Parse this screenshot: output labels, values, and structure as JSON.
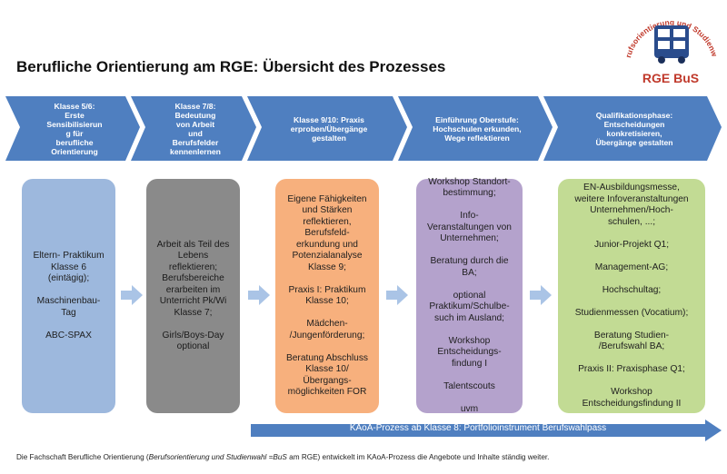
{
  "title": "Berufliche Orientierung am RGE: Übersicht des Prozesses",
  "logo": {
    "arc_text": "Berufsorientierung und Studienwahl",
    "name": "RGE BuS"
  },
  "phases": [
    {
      "label": "Klasse 5/6:\nErste\nSensibilisierun\ng für\nberufliche\nOrientierung"
    },
    {
      "label": "Klasse 7/8:\nBedeutung\nvon Arbeit\nund\nBerufsfelder\nkennenlernen"
    },
    {
      "label": "Klasse 9/10: Praxis\nerproben/Übergänge\ngestalten"
    },
    {
      "label": "Einführung Oberstufe:\nHochschulen erkunden,\nWege reflektieren"
    },
    {
      "label": "Qualifikationsphase:\nEntscheidungen\nkonkretisieren,\nÜbergänge gestalten"
    }
  ],
  "boxes": [
    {
      "text": "Eltern- Praktikum\nKlasse 6\n(eintägig);\n\nMaschinenbau-\nTag\n\nABC-SPAX"
    },
    {
      "text": "Arbeit als Teil des\nLebens\nreflektieren;\nBerufsbereiche\nerarbeiten im\nUnterricht Pk/Wi\nKlasse 7;\n\nGirls/Boys-Day\noptional"
    },
    {
      "text": "Eigene Fähigkeiten\nund Stärken\nreflektieren,\nBerufsfeld-\nerkundung und\nPotenzialanalyse\nKlasse 9;\n\nPraxis I: Praktikum\nKlasse 10;\n\nMädchen-\n/Jungenförderung;\n\nBeratung Abschluss\nKlasse 10/\nÜbergangs-\nmöglichkeiten FOR"
    },
    {
      "text": "Workshop Standort-\nbestimmung;\n\nInfo-\nVeranstaltungen von\nUnternehmen;\n\nBeratung durch die\nBA;\n\noptional\nPraktikum/Schulbe-\nsuch im Ausland;\n\nWorkshop\nEntscheidungs-\nfindung I\n\nTalentscouts\n\nuvm"
    },
    {
      "text": "EN-Ausbildungsmesse,\nweitere Infoveranstaltungen\nUnternehmen/Hoch-\nschulen, ...;\n\nJunior-Projekt Q1;\n\nManagement-AG;\n\nHochschultag;\n\nStudienmessen (Vocatium);\n\nBeratung Studien-\n/Berufswahl BA;\n\nPraxis II: Praxisphase Q1;\n\nWorkshop\nEntscheidungsfindung II"
    }
  ],
  "bottom_arrow": "KAoA-Prozess ab Klasse 8: Portfolioinstrument Berufswahlpass",
  "footnote": {
    "before": "Die Fachschaft Berufliche Orientierung (",
    "italic": "Berufsorientierung und Studienwahl =BuS",
    "after": " am RGE) entwickelt im KAoA-Prozess die Angebote und Inhalte ständig weiter."
  },
  "colors": {
    "chevron": "#4f7fc0",
    "chevron_edge": "#3a6aa8",
    "arrow": "#aac4e6",
    "bottom_arrow": "#4f7fc0",
    "logo_accent": "#c0392b",
    "bus": "#2a4c8c"
  }
}
